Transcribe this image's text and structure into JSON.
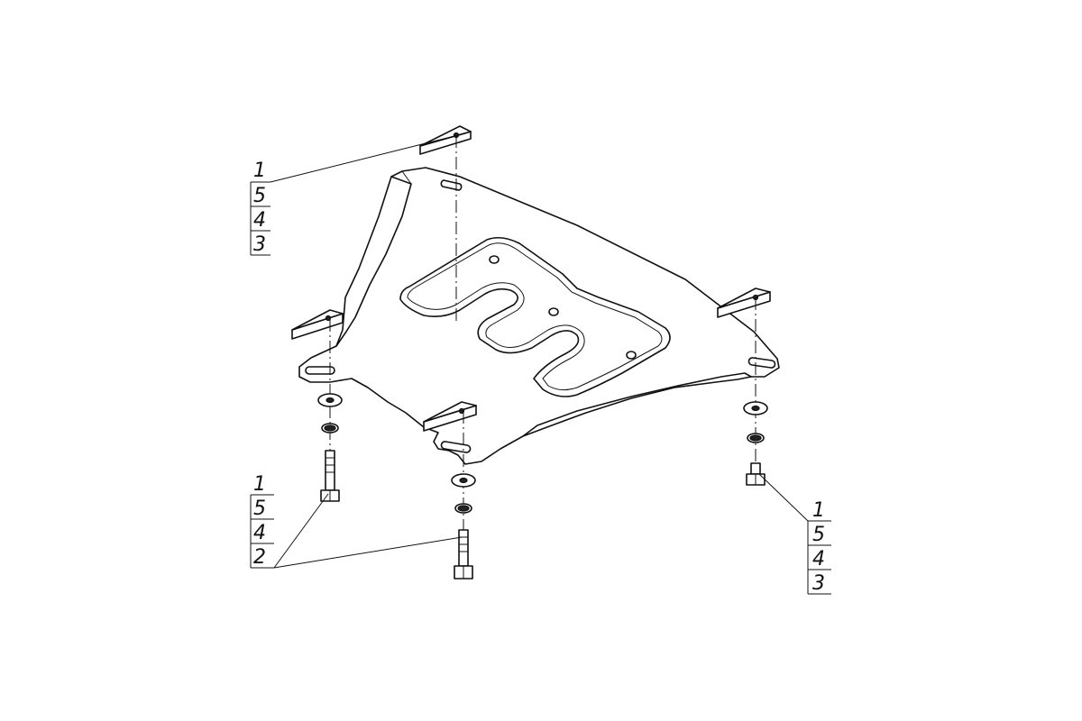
{
  "callouts": [
    {
      "id": "top-left",
      "labels": [
        "1",
        "5",
        "4",
        "3"
      ]
    },
    {
      "id": "bottom-left",
      "labels": [
        "1",
        "5",
        "4",
        "2"
      ]
    },
    {
      "id": "bottom-right",
      "labels": [
        "1",
        "5",
        "4",
        "3"
      ]
    }
  ]
}
